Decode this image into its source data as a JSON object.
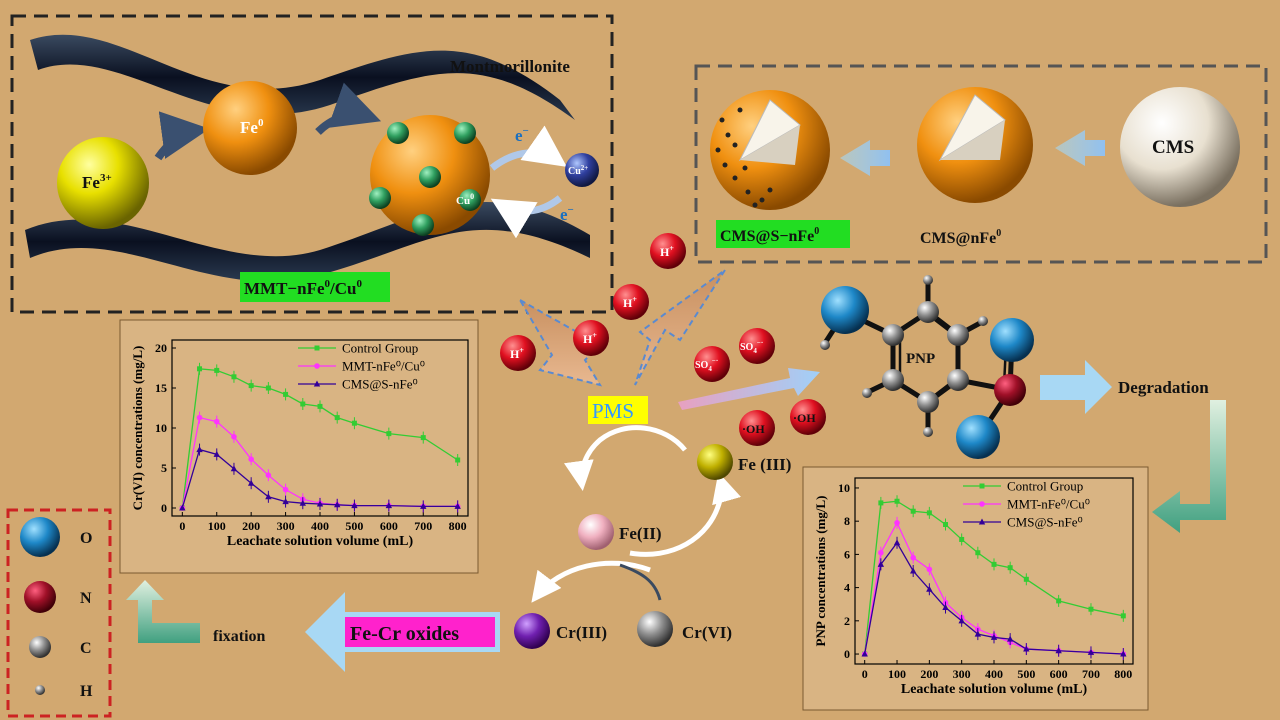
{
  "colors": {
    "background": "#d2a870",
    "control": "#33cc33",
    "mmt": "#ff33ff",
    "cms": "#330099",
    "label_green": "#22dd22",
    "label_magenta": "#ff22cc",
    "label_yellow": "#ffff00",
    "pms_text": "#3399ff"
  },
  "top_left_panel": {
    "montmorillonite": "Montmorillonite",
    "fe3": "Fe",
    "fe3_sup": "3+",
    "fe0": "Fe",
    "fe0_sup": "0",
    "cu0": "Cu",
    "cu0_sup": "0",
    "cu2": "Cu",
    "cu2_sup": "2+",
    "electron_1": "e",
    "electron_1_sup": "−",
    "electron_2": "e",
    "electron_2_sup": "−",
    "label_main": "MMT−nFe",
    "label_sup1": "0",
    "label_mid": "/Cu",
    "label_sup2": "0"
  },
  "top_right_panel": {
    "cms": "CMS",
    "cms_nfe0": "CMS@nFe",
    "cms_nfe0_sup": "0",
    "cms_s_nfe0": "CMS@S−nFe",
    "cms_s_nfe0_sup": "0"
  },
  "reaction": {
    "h_plus": "H",
    "h_plus_sup": "+",
    "pms": "PMS",
    "so4_1": "SO",
    "so4_1_sub": "4",
    "so4_1_sup": "−·",
    "so4_2": "SO",
    "so4_2_sub": "4",
    "so4_2_sup": "−·",
    "oh_1": "·OH",
    "oh_2": "·OH",
    "fe3": "Fe (III)",
    "fe2": "Fe(II)",
    "cr3": "Cr(III)",
    "cr6": "Cr(VI)",
    "fe_cr_oxides": "Fe-Cr oxides",
    "fixation": "fixation",
    "degradation": "Degradation",
    "pnp": "PNP"
  },
  "legend_atoms": [
    {
      "symbol": "O",
      "color": "#1e88c8"
    },
    {
      "symbol": "N",
      "color": "#a01028"
    },
    {
      "symbol": "C",
      "color": "#888888"
    },
    {
      "symbol": "H",
      "color": "#e8e8e8"
    }
  ],
  "chart_data": [
    {
      "type": "line",
      "xlabel": "Leachate solution volume (mL)",
      "ylabel": "Cr(VI) concentrations (mg/L)",
      "xlim": [
        -30,
        830
      ],
      "ylim": [
        -1,
        21
      ],
      "xticks": [
        0,
        100,
        200,
        300,
        400,
        500,
        600,
        700,
        800
      ],
      "yticks": [
        0,
        5,
        10,
        15,
        20
      ],
      "legend_position": "top-right",
      "series": [
        {
          "name": "Control Group",
          "color": "#33cc33",
          "marker": "square",
          "x": [
            0,
            50,
            100,
            150,
            200,
            250,
            300,
            350,
            400,
            450,
            500,
            600,
            700,
            800
          ],
          "y": [
            0,
            17.4,
            17.2,
            16.4,
            15.3,
            15.0,
            14.2,
            13.0,
            12.7,
            11.3,
            10.6,
            9.3,
            8.8,
            6.0
          ]
        },
        {
          "name": "MMT-nFe⁰/Cu⁰",
          "color": "#ff33ff",
          "marker": "circle",
          "x": [
            0,
            50,
            100,
            150,
            200,
            250,
            300,
            350,
            400,
            450,
            500,
            600,
            700,
            800
          ],
          "y": [
            0,
            11.3,
            10.8,
            8.9,
            6.1,
            4.1,
            2.3,
            1.1,
            0.6,
            0.4,
            0.3,
            0.3,
            0.2,
            0.2
          ]
        },
        {
          "name": "CMS@S-nFe⁰",
          "color": "#330099",
          "marker": "triangle",
          "x": [
            0,
            50,
            100,
            150,
            200,
            250,
            300,
            350,
            400,
            450,
            500,
            600,
            700,
            800
          ],
          "y": [
            0,
            7.3,
            6.7,
            4.9,
            3.1,
            1.4,
            0.8,
            0.6,
            0.5,
            0.4,
            0.3,
            0.3,
            0.2,
            0.2
          ]
        }
      ]
    },
    {
      "type": "line",
      "xlabel": "Leachate solution volume (mL)",
      "ylabel": "PNP concentrations (mg/L)",
      "xlim": [
        -30,
        830
      ],
      "ylim": [
        -0.6,
        10.6
      ],
      "xticks": [
        0,
        100,
        200,
        300,
        400,
        500,
        600,
        700,
        800
      ],
      "yticks": [
        0,
        2,
        4,
        6,
        8,
        10
      ],
      "legend_position": "top-right",
      "series": [
        {
          "name": "Control Group",
          "color": "#33cc33",
          "marker": "square",
          "x": [
            0,
            50,
            100,
            150,
            200,
            250,
            300,
            350,
            400,
            450,
            500,
            600,
            700,
            800
          ],
          "y": [
            0,
            9.1,
            9.2,
            8.6,
            8.5,
            7.8,
            6.9,
            6.1,
            5.4,
            5.2,
            4.5,
            3.2,
            2.7,
            2.3
          ]
        },
        {
          "name": "MMT-nFe⁰/Cu⁰",
          "color": "#ff33ff",
          "marker": "circle",
          "x": [
            0,
            50,
            100,
            150,
            200,
            250,
            300,
            350,
            400,
            450,
            500,
            600,
            700,
            800
          ],
          "y": [
            0,
            6.1,
            7.9,
            5.8,
            5.1,
            3.1,
            2.2,
            1.5,
            1.1,
            0.7,
            0.3,
            0.2,
            0.1,
            0.0
          ]
        },
        {
          "name": "CMS@S-nFe⁰",
          "color": "#330099",
          "marker": "triangle",
          "x": [
            0,
            50,
            100,
            150,
            200,
            250,
            300,
            350,
            400,
            450,
            500,
            600,
            700,
            800
          ],
          "y": [
            0,
            5.4,
            6.7,
            5.0,
            3.9,
            2.8,
            2.0,
            1.2,
            1.0,
            0.9,
            0.3,
            0.2,
            0.1,
            0.0
          ]
        }
      ]
    }
  ]
}
